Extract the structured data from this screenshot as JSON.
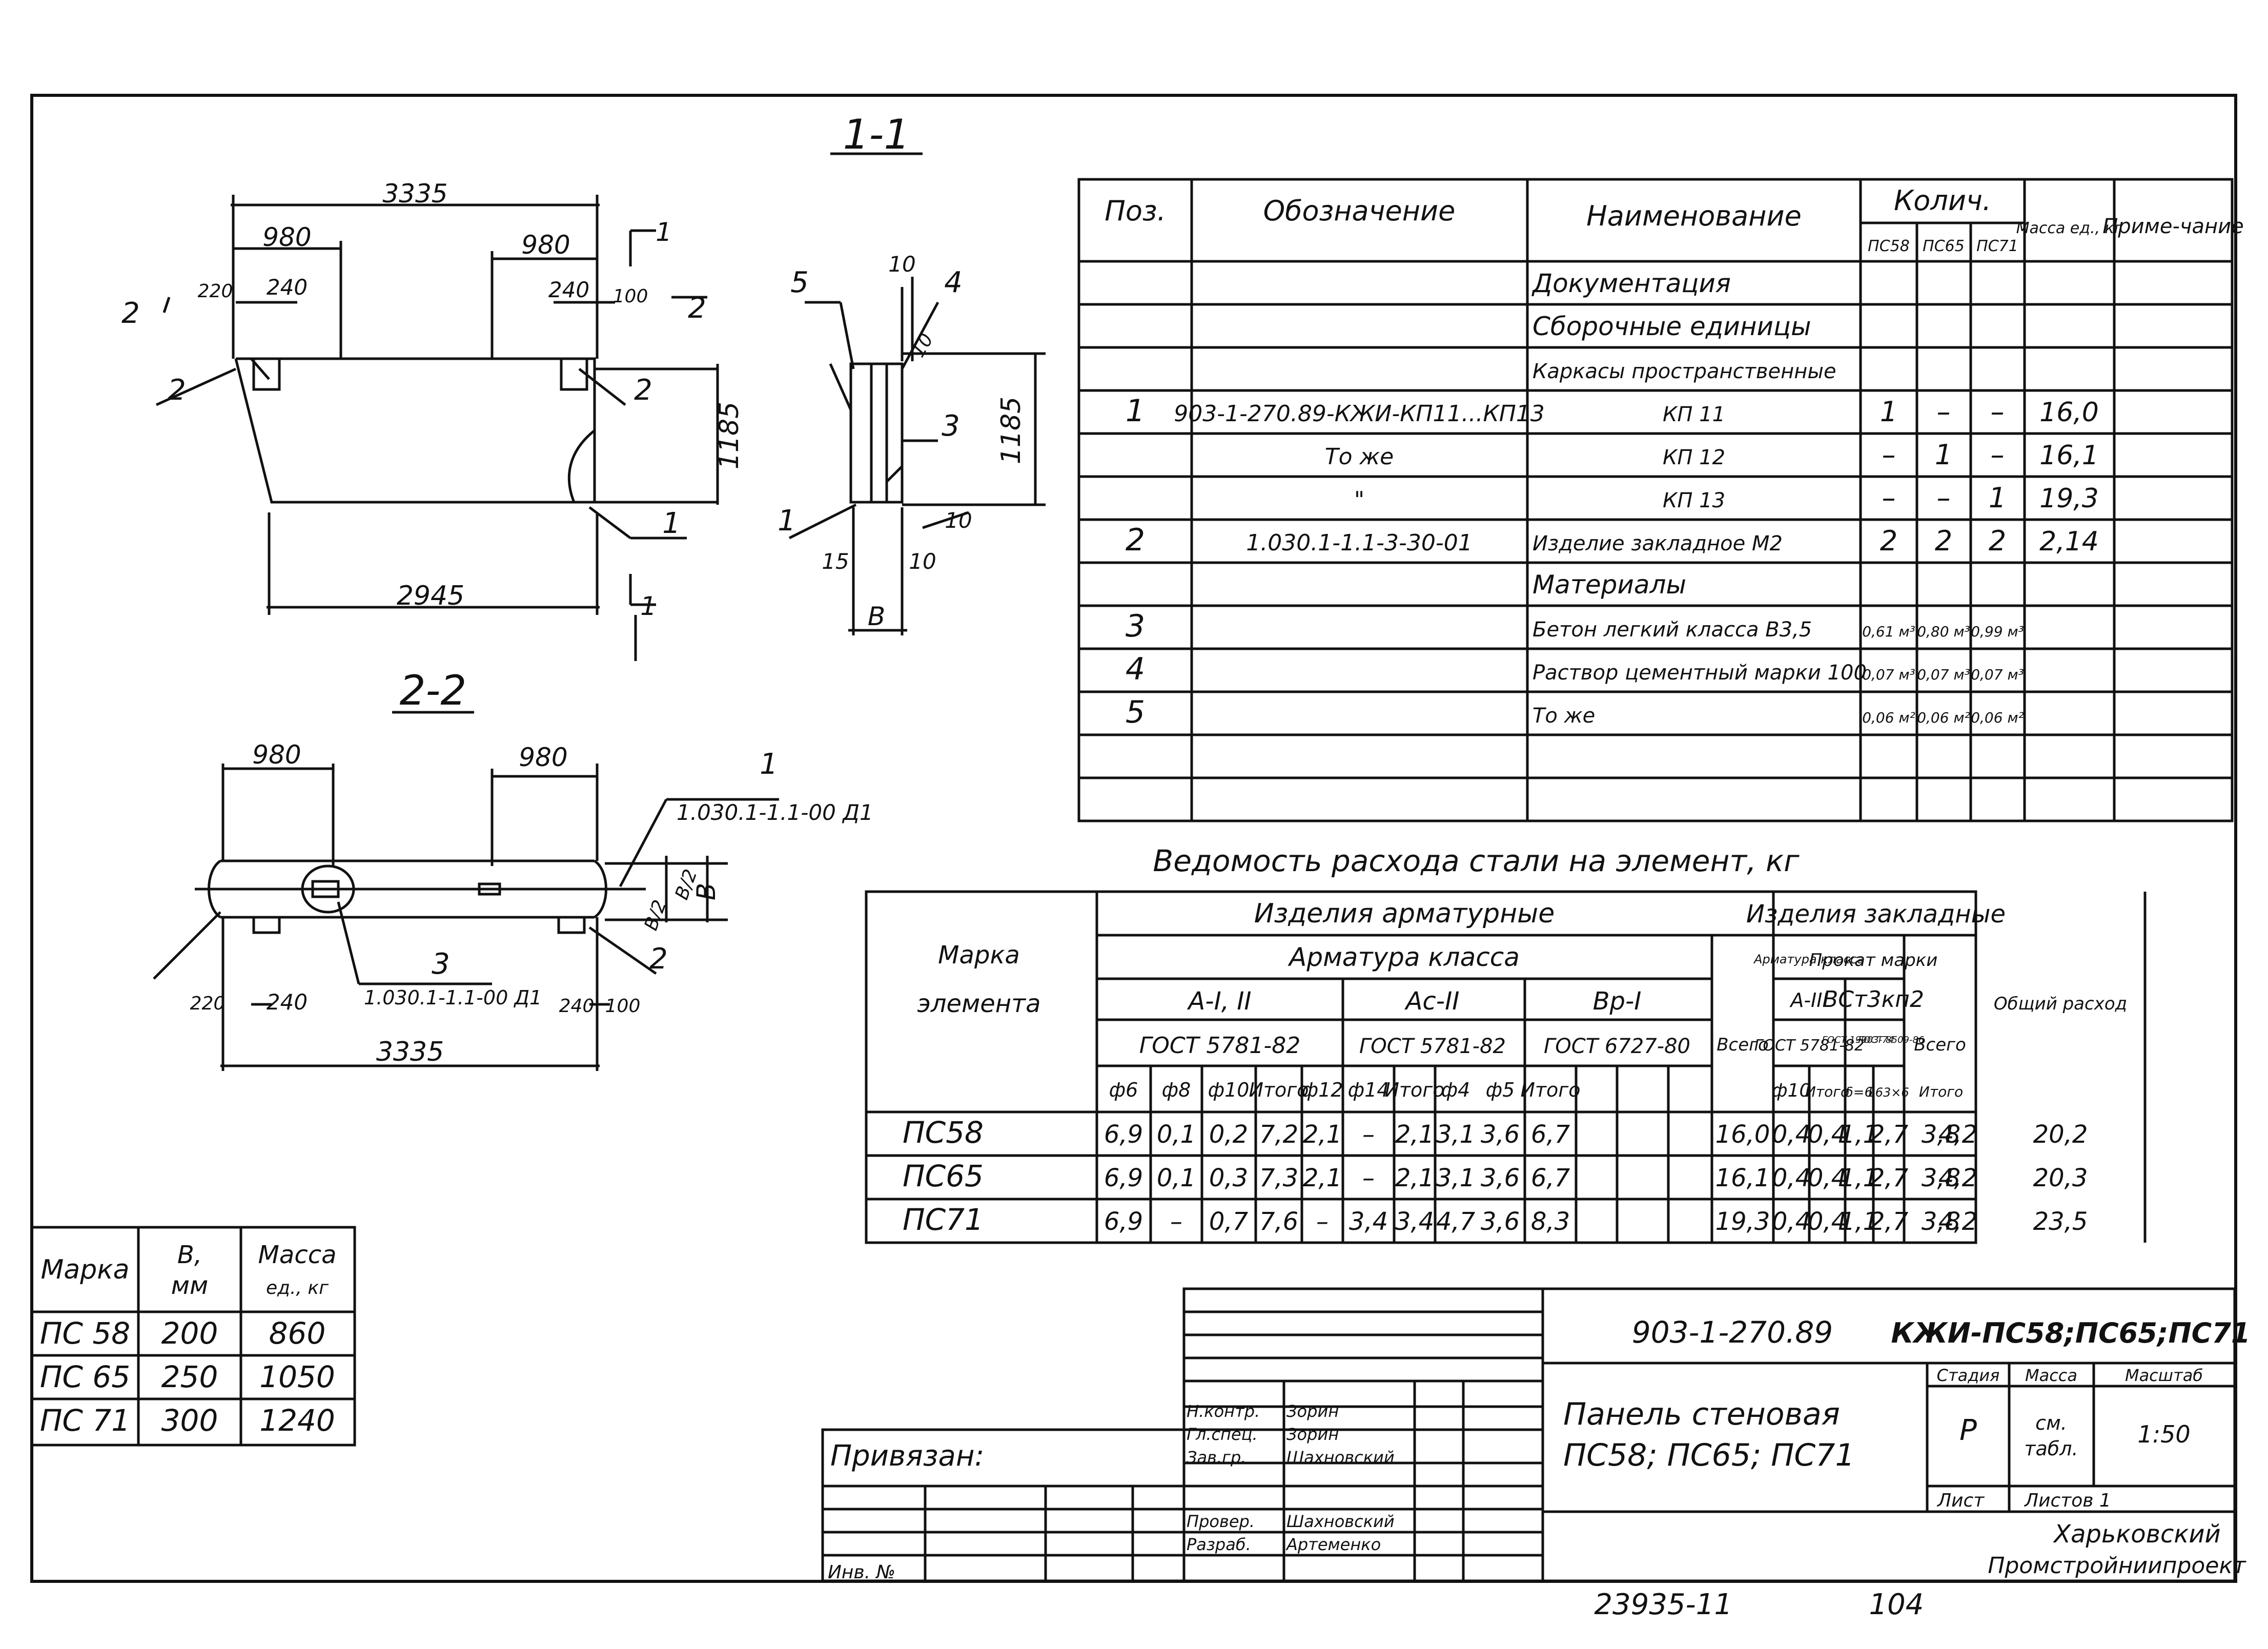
{
  "drawing": {
    "section_1_1": {
      "title": "1-1",
      "dims": {
        "total_top": "3335",
        "left_980": "980",
        "right_980": "980",
        "d220": "220",
        "d240_left": "240",
        "d240_right": "240",
        "d100": "100",
        "height": "1185",
        "bottom": "2945"
      },
      "marks": {
        "m2_left": "2",
        "m2_right": "2",
        "m1": "1",
        "sec_mark_top": "1",
        "sec_mark_bottom": "1",
        "sec2_left": "2",
        "sec2_right": "2"
      }
    },
    "side_view": {
      "dims": {
        "t10_top": "10",
        "height": "1185",
        "d10_right": "10",
        "d10_bottom": "10",
        "d15": "15",
        "b": "B"
      },
      "marks": {
        "m5": "5",
        "m4": "4",
        "m3": "3",
        "m1": "1"
      }
    },
    "section_2_2": {
      "title": "2-2",
      "dims": {
        "left_980": "980",
        "right_980": "980",
        "d220": "220",
        "d240_left": "240",
        "d240_right": "240",
        "d100": "100",
        "total": "3335",
        "b_half": "B/2",
        "b_half2": "B/2",
        "b": "B"
      },
      "marks": {
        "m1": "1",
        "m1_ref": "1.030.1-1.1-00 Д1",
        "m3": "3",
        "m3_ref": "1.030.1-1.1-00 Д1",
        "m2": "2"
      }
    }
  },
  "spec_table": {
    "headers": {
      "pos": "Поз.",
      "designation": "Обозначение",
      "name": "Наименование",
      "qty": "Колич.",
      "qty_a": "ПС58",
      "qty_b": "ПС65",
      "qty_c": "ПС71",
      "mass": "Масса ед., кг",
      "note": "Приме-чание"
    },
    "rows": [
      {
        "pos": "",
        "designation": "",
        "name": "Документация",
        "q1": "",
        "q2": "",
        "q3": "",
        "mass": ""
      },
      {
        "pos": "",
        "designation": "",
        "name": "Сборочные единицы",
        "q1": "",
        "q2": "",
        "q3": "",
        "mass": ""
      },
      {
        "pos": "",
        "designation": "",
        "name": "Каркасы пространственные",
        "q1": "",
        "q2": "",
        "q3": "",
        "mass": ""
      },
      {
        "pos": "1",
        "designation": "903-1-270.89-КЖИ-КП11...КП13",
        "name": "КП 11",
        "q1": "1",
        "q2": "–",
        "q3": "–",
        "mass": "16,0"
      },
      {
        "pos": "",
        "designation": "То же",
        "name": "КП 12",
        "q1": "–",
        "q2": "1",
        "q3": "–",
        "mass": "16,1"
      },
      {
        "pos": "",
        "designation": "\"",
        "name": "КП 13",
        "q1": "–",
        "q2": "–",
        "q3": "1",
        "mass": "19,3"
      },
      {
        "pos": "2",
        "designation": "1.030.1-1.1-3-30-01",
        "name": "Изделие закладное М2",
        "q1": "2",
        "q2": "2",
        "q3": "2",
        "mass": "2,14"
      },
      {
        "pos": "",
        "designation": "",
        "name": "Материалы",
        "q1": "",
        "q2": "",
        "q3": "",
        "mass": ""
      },
      {
        "pos": "3",
        "designation": "",
        "name": "Бетон легкий класса В3,5",
        "q1": "0,61 м³",
        "q2": "0,80 м³",
        "q3": "0,99 м³",
        "mass": ""
      },
      {
        "pos": "4",
        "designation": "",
        "name": "Раствор цементный марки 100",
        "q1": "0,07 м³",
        "q2": "0,07 м³",
        "q3": "0,07 м³",
        "mass": ""
      },
      {
        "pos": "5",
        "designation": "",
        "name": "То же",
        "q1": "0,06 м²",
        "q2": "0,06 м²",
        "q3": "0,06 м²",
        "mass": ""
      }
    ]
  },
  "steel_table": {
    "title": "Ведомость расхода стали на элемент, кг",
    "headers": {
      "mark": "Марка элемента",
      "arm_items": "Изделия арматурные",
      "arm_class": "Арматура класса",
      "a1": "А-I, II",
      "ac2": "Ас-II",
      "bp1": "Вр-I",
      "gost_a": "ГОСТ 5781-82",
      "gost_b": "ГОСТ 5781-82",
      "gost_c": "ГОСТ 6727-80",
      "c_phi6": "ф6",
      "c_phi8": "ф8",
      "c_phi10": "ф10",
      "c_total1": "Итого",
      "c_phi12": "ф12",
      "c_phi14": "ф14",
      "c_total2": "Итого",
      "c_phi4": "ф4",
      "c_phi5": "ф5",
      "c_total3": "Итого",
      "c_all1": "Всего",
      "emb_items": "Изделия закладные",
      "emb_arm": "Арматура класса",
      "emb_a3": "А-III",
      "emb_gost": "ГОСТ 5781-82",
      "emb_phi10": "ф10",
      "emb_total": "Итого",
      "rolled": "Прокат марки",
      "rolled_grade": "ВСт3кп2",
      "rolled_g1": "ГОСТ 19903-74",
      "rolled_g2": "ГОСТ 8509-86",
      "rolled_s": "δ=6",
      "rolled_l": "L63×6",
      "rolled_total": "Итого",
      "c_all2": "Всего",
      "overall": "Общий расход"
    },
    "rows": [
      {
        "mark": "ПС58",
        "v": [
          "6,9",
          "0,1",
          "0,2",
          "7,2",
          "2,1",
          "–",
          "2,1",
          "3,1",
          "3,6",
          "6,7",
          "16,0",
          "0,4",
          "0,4",
          "1,1",
          "2,7",
          "3,8",
          "4,2",
          "20,2"
        ]
      },
      {
        "mark": "ПС65",
        "v": [
          "6,9",
          "0,1",
          "0,3",
          "7,3",
          "2,1",
          "–",
          "2,1",
          "3,1",
          "3,6",
          "6,7",
          "16,1",
          "0,4",
          "0,4",
          "1,1",
          "2,7",
          "3,8",
          "4,2",
          "20,3"
        ]
      },
      {
        "mark": "ПС71",
        "v": [
          "6,9",
          "–",
          "0,7",
          "7,6",
          "–",
          "3,4",
          "3,4",
          "4,7",
          "3,6",
          "8,3",
          "19,3",
          "0,4",
          "0,4",
          "1,1",
          "2,7",
          "3,8",
          "4,2",
          "23,5"
        ]
      }
    ]
  },
  "mark_table": {
    "headers": {
      "mark": "Марка",
      "b": "В, мм",
      "mass": "Масса ед., кг"
    },
    "rows": [
      {
        "mark": "ПС 58",
        "b": "200",
        "mass": "860"
      },
      {
        "mark": "ПС 65",
        "b": "250",
        "mass": "1050"
      },
      {
        "mark": "ПС 71",
        "b": "300",
        "mass": "1240"
      }
    ]
  },
  "title_block": {
    "doc_code": "903-1-270.89",
    "sheet_code": "КЖИ-ПС58;ПС65;ПС71",
    "title_line1": "Панель стеновая",
    "title_line2": "ПС58; ПС65; ПС71",
    "stage_label": "Стадия",
    "mass_label": "Масса",
    "scale_label": "Масштаб",
    "stage": "Р",
    "mass": "см. табл.",
    "scale": "1:50",
    "sheet_label": "Лист",
    "sheets_label": "Листов 1",
    "org_line1": "Харьковский",
    "org_line2": "Промстройниипроект",
    "attached": "Привязан:",
    "inv": "Инв. №",
    "signatures": [
      {
        "role": "Н.контр.",
        "name": "Зорин"
      },
      {
        "role": "Гл.спец.",
        "name": "Зорин"
      },
      {
        "role": "Зав.гр.",
        "name": "Шахновский"
      },
      {
        "role": "Провер.",
        "name": "Шахновский"
      },
      {
        "role": "Разраб.",
        "name": "Артеменко"
      }
    ]
  },
  "footer": {
    "code": "23935-11",
    "page": "104"
  }
}
